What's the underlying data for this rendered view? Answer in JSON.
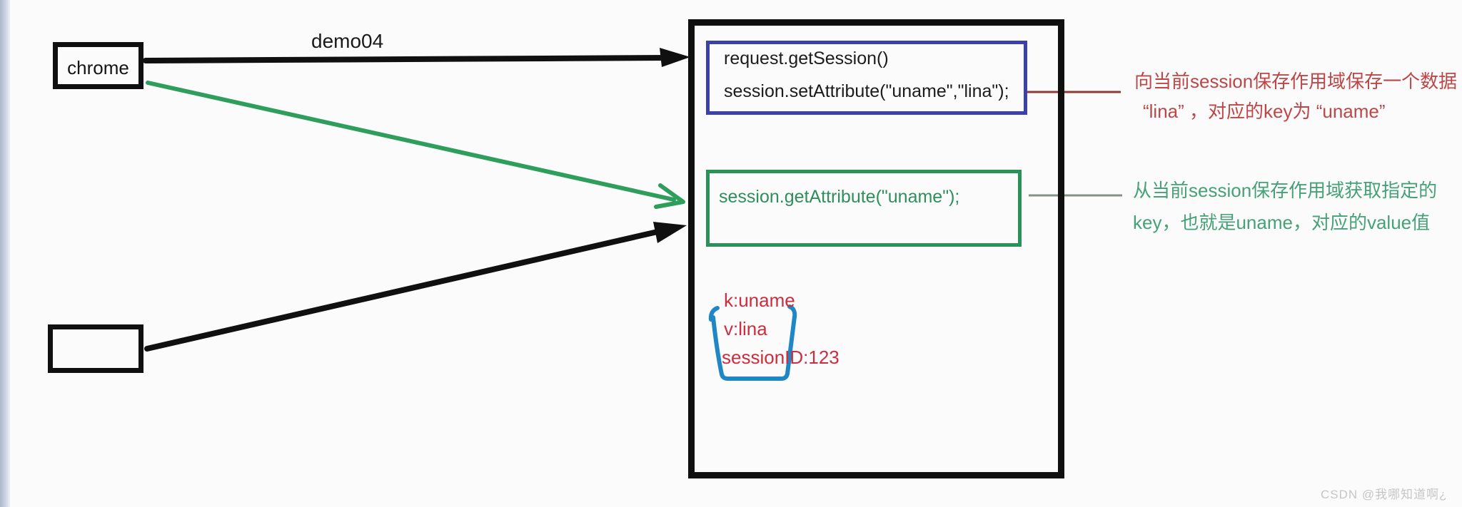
{
  "client": {
    "chrome_label": "chrome",
    "request_label": "demo04"
  },
  "server": {
    "create_box": {
      "line1": "request.getSession()",
      "line2": "session.setAttribute(\"uname\",\"lina\");"
    },
    "get_box": {
      "line1": "session.getAttribute(\"uname\");"
    },
    "store": {
      "line1": "k:uname",
      "line2": "v:lina",
      "line3": "sessionID:123"
    }
  },
  "notes": {
    "set_note": {
      "line1": "向当前session保存作用域保存一个数据",
      "line2": "“lina” ，对应的key为 “uname”"
    },
    "get_note": {
      "line1": "从当前session保存作用域获取指定的",
      "line2": "key，也就是uname，对应的value值"
    }
  },
  "watermark": {
    "text": "CSDN @我哪知道啊¿"
  },
  "colors": {
    "outline_black": "#101010",
    "create_box_border_blue": "#3b41a6",
    "get_box_green": "#2a9158",
    "response_arrow_green": "#2f9e5c",
    "set_note_red": "#bf4646",
    "set_connector_red": "#8f3836",
    "get_note_green": "#46a176",
    "get_connector_gray": "#859087",
    "cup_blue": "#1f87c5",
    "cup_text_red": "#cc2e3e",
    "watermark_gray": "#c5c5c5"
  }
}
